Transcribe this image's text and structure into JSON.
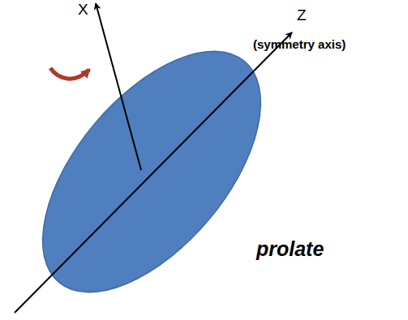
{
  "diagram": {
    "labels": [
      "X",
      "Z",
      "(symmetry axis)",
      "prolate"
    ]
  }
}
